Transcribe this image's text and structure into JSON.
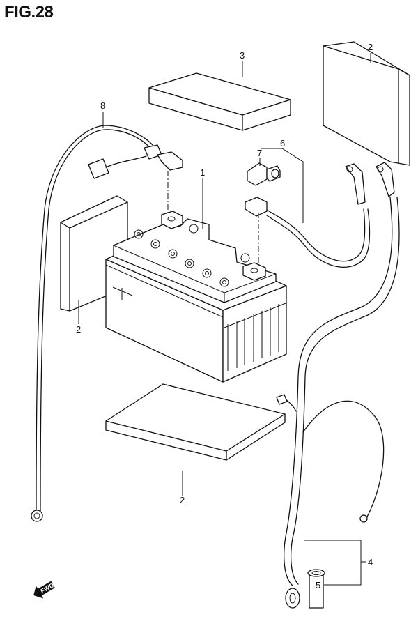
{
  "figure": {
    "title": "FIG.28",
    "direction_badge": "FWD"
  },
  "callouts": [
    {
      "number": "1",
      "part": "battery"
    },
    {
      "number": "2",
      "part": "battery-pad (side, right)"
    },
    {
      "number": "2",
      "part": "battery-pad (side, left)"
    },
    {
      "number": "2",
      "part": "battery-pad (bottom)"
    },
    {
      "number": "3",
      "part": "battery-pad (top)"
    },
    {
      "number": "4",
      "part": "negative-cable-assembly"
    },
    {
      "number": "5",
      "part": "terminal-cap"
    },
    {
      "number": "6",
      "part": "positive-cable-assembly"
    },
    {
      "number": "7",
      "part": "terminal-cover"
    },
    {
      "number": "8",
      "part": "wiring-lead"
    }
  ]
}
